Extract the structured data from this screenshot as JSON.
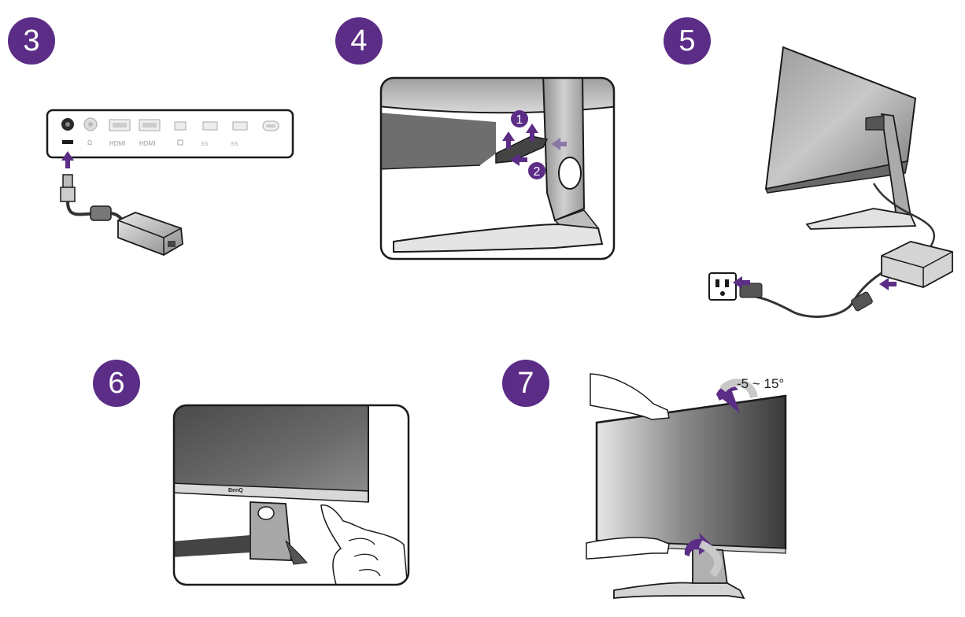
{
  "steps": [
    {
      "number": "3"
    },
    {
      "number": "4"
    },
    {
      "number": "5"
    },
    {
      "number": "6"
    },
    {
      "number": "7"
    }
  ],
  "step3": {
    "port_labels": [
      "HDMI",
      "HDMI",
      "SS",
      "SS"
    ],
    "accent": "#5b2d86"
  },
  "step4": {
    "callout_1": "1",
    "callout_2": "2"
  },
  "step6": {
    "brand": "BenQ"
  },
  "step7": {
    "tilt_range": "-5 ~ 15°"
  },
  "colors": {
    "badge": "#5b2d86",
    "arrow": "#5b2d86",
    "outline": "#1a1a1a",
    "screen_dark": "#5a5a5a",
    "screen_light": "#bdbdbd"
  }
}
